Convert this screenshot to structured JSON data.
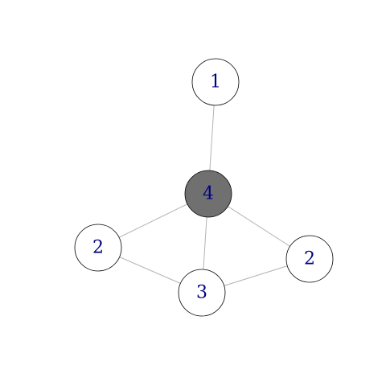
{
  "graph": {
    "colors": {
      "edge": "#b3b3b3",
      "node_fill_default": "#ffffff",
      "node_fill_highlight": "#707070",
      "node_stroke": "#000000",
      "label": "#000080"
    },
    "nodes": [
      {
        "id": "n-top",
        "label": "1",
        "highlighted": false
      },
      {
        "id": "n-center",
        "label": "4",
        "highlighted": true
      },
      {
        "id": "n-left",
        "label": "2",
        "highlighted": false
      },
      {
        "id": "n-bottom",
        "label": "3",
        "highlighted": false
      },
      {
        "id": "n-right",
        "label": "2",
        "highlighted": false
      }
    ],
    "edges": [
      {
        "from": "n-top",
        "to": "n-center"
      },
      {
        "from": "n-center",
        "to": "n-left"
      },
      {
        "from": "n-center",
        "to": "n-right"
      },
      {
        "from": "n-center",
        "to": "n-bottom"
      },
      {
        "from": "n-left",
        "to": "n-bottom"
      },
      {
        "from": "n-bottom",
        "to": "n-right"
      }
    ]
  }
}
